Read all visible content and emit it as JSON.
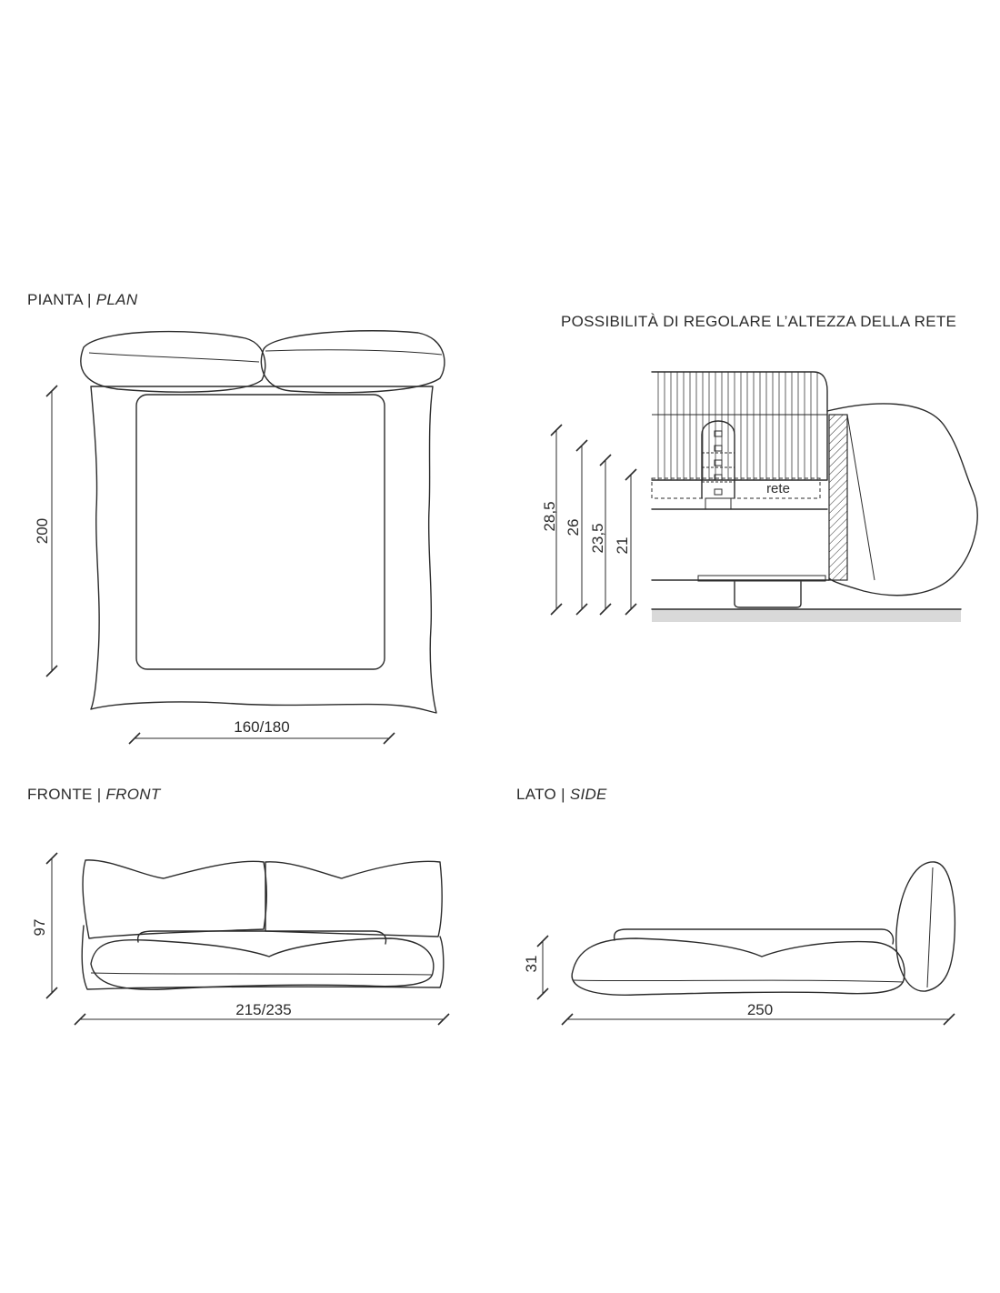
{
  "views": {
    "plan": {
      "title_it": "PIANTA",
      "title_en": "PLAN",
      "depth": "200",
      "width": "160/180"
    },
    "height_adjust": {
      "title": "POSSIBILITÀ DI REGOLARE L’ALTEZZA DELLA RETE",
      "heights": [
        "28,5",
        "26",
        "23,5",
        "21"
      ],
      "rete_label": "rete"
    },
    "front": {
      "title_it": "FRONTE",
      "title_en": "FRONT",
      "height": "97",
      "width": "215/235"
    },
    "side": {
      "title_it": "LATO",
      "title_en": "SIDE",
      "seat_height": "31",
      "length": "250"
    }
  },
  "colors": {
    "line": "#2b2b2b",
    "floor": "#d9d9d9"
  }
}
